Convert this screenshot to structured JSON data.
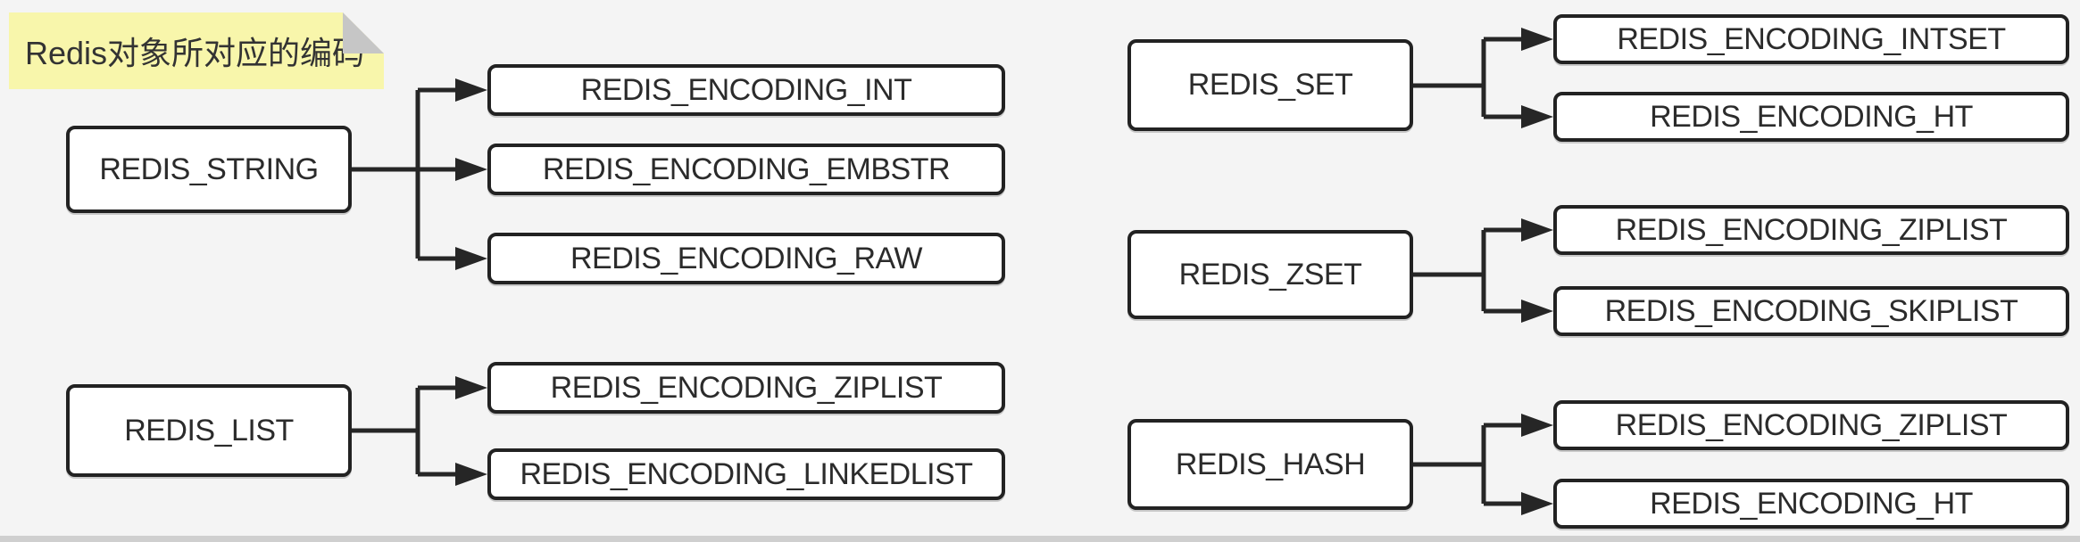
{
  "note": {
    "text": "Redis对象所对应的编码"
  },
  "diagram": {
    "type": "mapping-diagram",
    "groups": [
      {
        "parent": "REDIS_STRING",
        "children": [
          "REDIS_ENCODING_INT",
          "REDIS_ENCODING_EMBSTR",
          "REDIS_ENCODING_RAW"
        ]
      },
      {
        "parent": "REDIS_LIST",
        "children": [
          "REDIS_ENCODING_ZIPLIST",
          "REDIS_ENCODING_LINKEDLIST"
        ]
      },
      {
        "parent": "REDIS_SET",
        "children": [
          "REDIS_ENCODING_INTSET",
          "REDIS_ENCODING_HT"
        ]
      },
      {
        "parent": "REDIS_ZSET",
        "children": [
          "REDIS_ENCODING_ZIPLIST",
          "REDIS_ENCODING_SKIPLIST"
        ]
      },
      {
        "parent": "REDIS_HASH",
        "children": [
          "REDIS_ENCODING_ZIPLIST",
          "REDIS_ENCODING_HT"
        ]
      }
    ]
  },
  "colors": {
    "background": "#f4f4f4",
    "note_background": "#f8f6ab",
    "note_fold": "#c6c6c6",
    "box_fill": "#ffffff",
    "box_border": "#222222",
    "connector": "#262626",
    "text": "#2b2b2b"
  }
}
